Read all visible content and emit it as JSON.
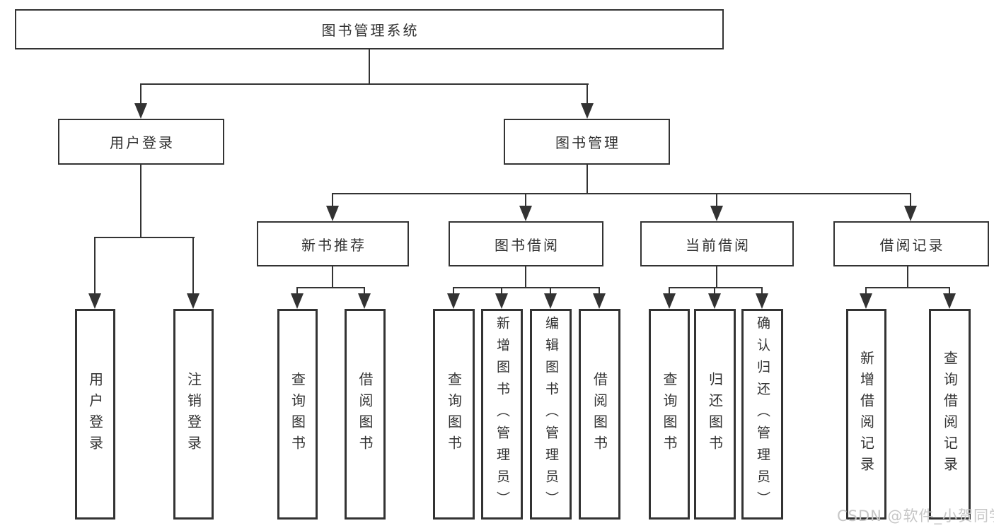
{
  "title": {
    "label": "图书管理系统"
  },
  "level2": {
    "user_login": {
      "label": "用户登录"
    },
    "book_mgmt": {
      "label": "图书管理"
    }
  },
  "level3": {
    "new_book_rec": {
      "label": "新书推荐"
    },
    "book_borrow": {
      "label": "图书借阅"
    },
    "current_borrow": {
      "label": "当前借阅"
    },
    "borrow_records": {
      "label": "借阅记录"
    }
  },
  "leaves": {
    "user_login": [
      {
        "label": "用户登录"
      },
      {
        "label": "注销登录"
      }
    ],
    "new_book_rec": [
      {
        "label": "查询图书"
      },
      {
        "label": "借阅图书"
      }
    ],
    "book_borrow": [
      {
        "label": "查询图书"
      },
      {
        "label": "新增图书（管理员）"
      },
      {
        "label": "编辑图书（管理员）"
      },
      {
        "label": "借阅图书"
      }
    ],
    "current_borrow": [
      {
        "label": "查询图书"
      },
      {
        "label": "归还图书"
      },
      {
        "label": "确认归还（管理员）"
      }
    ],
    "borrow_records": [
      {
        "label": "新增借阅记录"
      },
      {
        "label": "查询借阅记录"
      }
    ]
  },
  "watermark": {
    "text": "CSDN @软件_小贺同学"
  },
  "colors": {
    "line": "#333333",
    "text": "#333333",
    "background": "#ffffff",
    "watermark": "#c6c6c6"
  }
}
